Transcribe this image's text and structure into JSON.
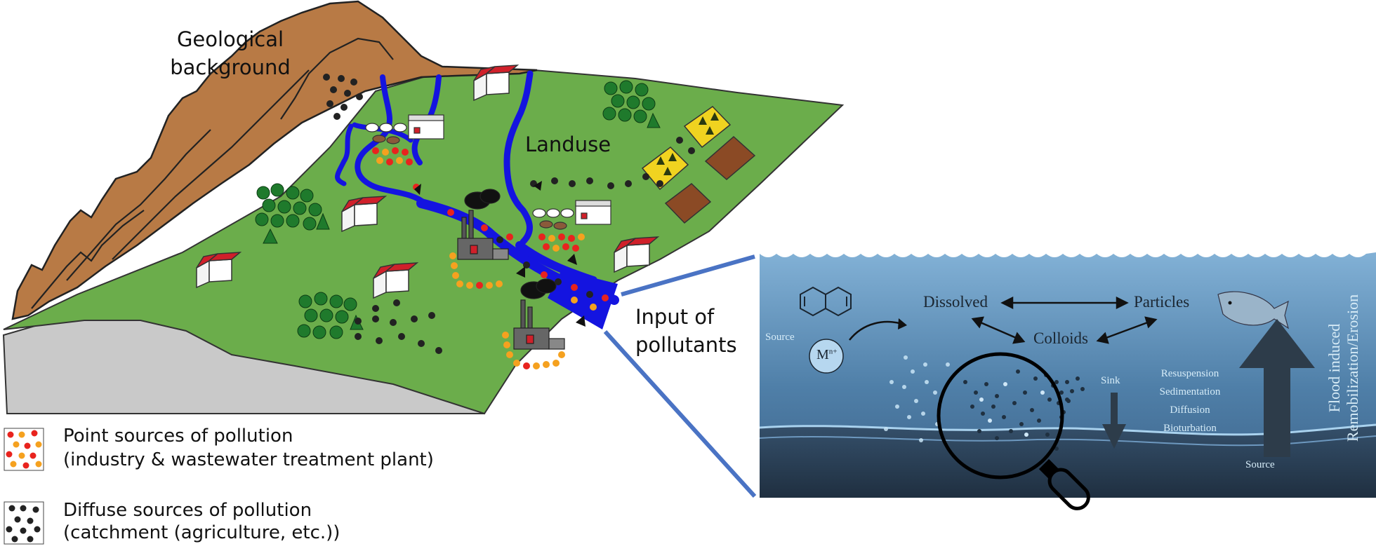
{
  "landscape": {
    "geology_label": "Geological background",
    "landuse_label": "Landuse",
    "input_label": "Input of pollutants"
  },
  "legend": {
    "point": {
      "title": "Point sources of pollution",
      "desc": "(industry & wastewater treatment plant)"
    },
    "diffuse": {
      "title": "Diffuse sources of pollution",
      "desc": "(catchment (agriculture, etc.))"
    }
  },
  "inset": {
    "dissolved": "Dissolved",
    "particles": "Particles",
    "colloids": "Colloids",
    "source_left": "Source",
    "metal_ion": "M",
    "metal_charge": "n+",
    "sink": "Sink",
    "processes": [
      "Resuspension",
      "Sedimentation",
      "Diffusion",
      "Bioturbation"
    ],
    "source_right": "Source",
    "vertical_line1": "Flood induced",
    "vertical_line2": "Remobilization/Erosion"
  },
  "colors": {
    "hills": "#b87a45",
    "grass": "#6bad4b",
    "river": "#1414e0",
    "bedrock": "#c8c8c8",
    "water_top": "#7aa9cf",
    "sediment": "#2a3e52",
    "point_red": "#e8231e",
    "point_orange": "#f5a11f"
  }
}
